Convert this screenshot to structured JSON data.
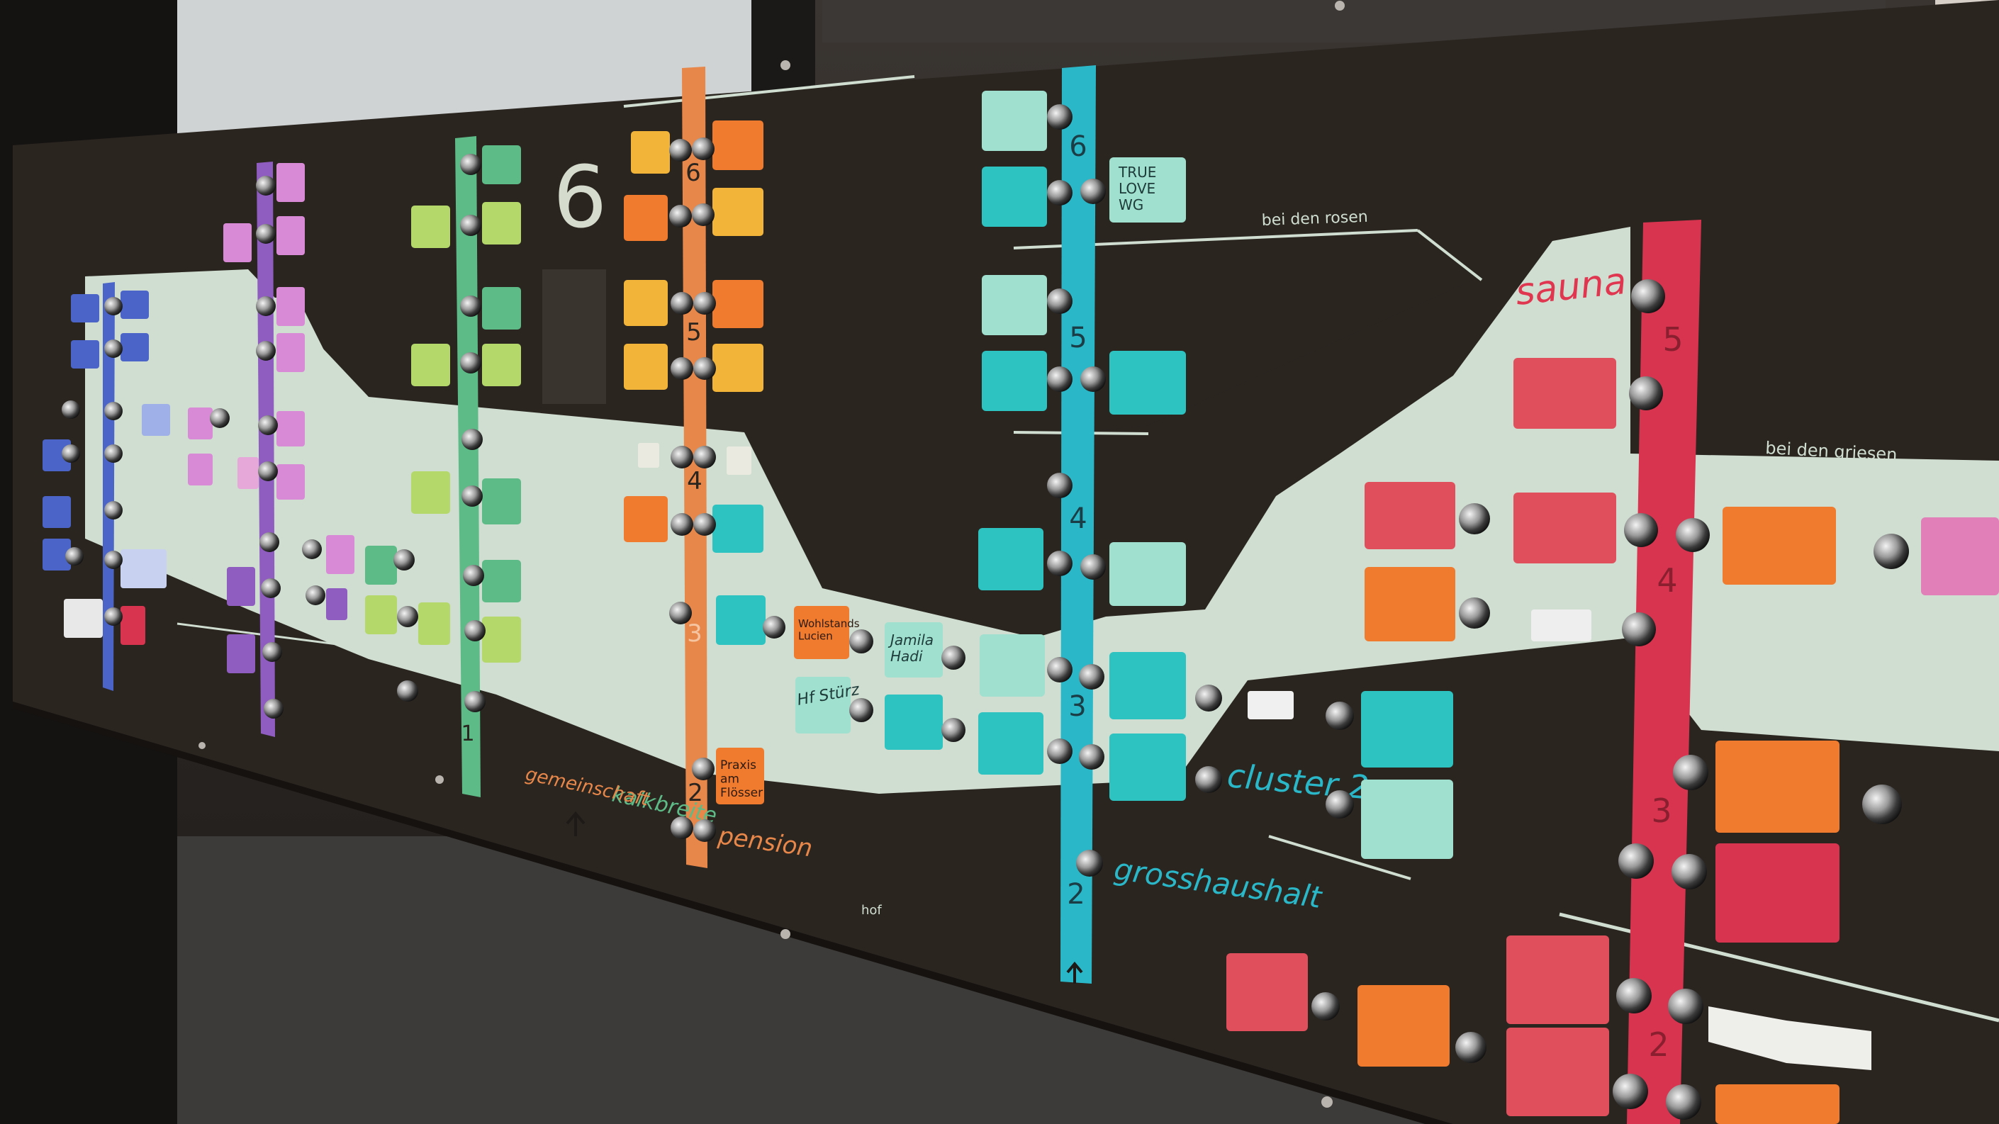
{
  "scene": "doorbell-panel",
  "floor_numbers": {
    "orange_column": [
      "6",
      "5",
      "4",
      "3",
      "2"
    ],
    "cyan_column": [
      "6",
      "5",
      "4",
      "3",
      "2"
    ],
    "red_column": [
      "5",
      "4",
      "3",
      "2"
    ],
    "green_column": [
      "1"
    ],
    "big_number": "6"
  },
  "area_labels": {
    "sauna": "sauna",
    "cluster": "cluster 2",
    "grosshaushalt": "grosshaushalt",
    "pension": "pension",
    "kalkbreite": "kalkbreite",
    "gemeinschaft": "gemeinschaft",
    "bei_den_rosen": "bei den rosen",
    "bei_den_griesen": "bei den griesen",
    "hof": "hof"
  },
  "name_tags": {
    "true_love": "TRUE\nLOVE\nWG",
    "praxis": "Praxis\nam\nFlösser",
    "jamila": "Jamila\nHadi",
    "hf": "Hf Stürz",
    "wohlstand": "Wohlstands\nLucien"
  },
  "colors": {
    "panel": "#2b2520",
    "light_band": "#cfded0",
    "orange": "#e8874a",
    "cyan": "#2ab8c9",
    "red": "#d9344f",
    "green": "#5dbb87",
    "purple": "#8f5cbf",
    "blue": "#4a64c8",
    "tag_orange": "#f07a2e",
    "tag_cyan": "#2cc3c0",
    "tag_mint": "#9fe0cf",
    "tag_red": "#e0505c",
    "tag_yellow": "#f2b53a",
    "tag_green": "#b4d86a",
    "tag_pink": "#e07fb8"
  }
}
